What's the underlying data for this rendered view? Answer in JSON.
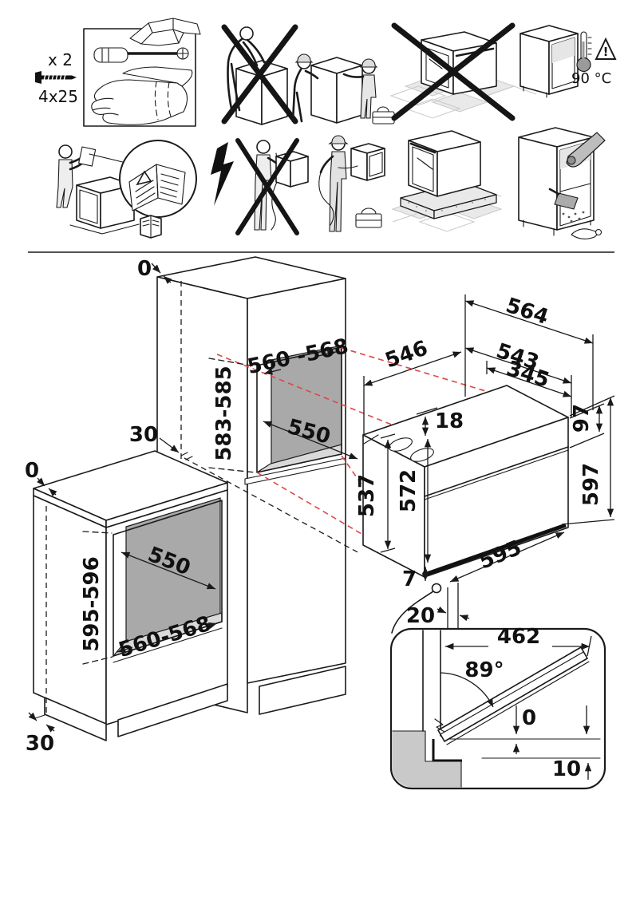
{
  "pictograms": {
    "screw_count": "x 2",
    "screw_size": "4x25",
    "max_temp": "90 °C",
    "warning_mark": "!"
  },
  "dimensions": {
    "tall_unit": {
      "top_clearance": "0",
      "niche_width": "560 -568",
      "niche_height": "583-585",
      "niche_depth": "550",
      "side_gap": "30"
    },
    "base_unit": {
      "top_clearance": "0",
      "niche_height": "595-596",
      "niche_depth": "550",
      "niche_width": "560-568",
      "plinth_recess": "30"
    },
    "oven": {
      "overall_width_rear": "564",
      "body_width": "543",
      "overall_depth": "546",
      "front_depth": "345",
      "top_inset": "18",
      "fascia_height": "97",
      "body_height": "537",
      "front_height": "572",
      "overall_height": "597",
      "front_width": "595",
      "bottom_inset": "7",
      "rear_gap": "20"
    },
    "door_detail": {
      "door_width": "462",
      "open_angle": "89°",
      "front_clearance": "0",
      "bottom_clearance": "10"
    }
  },
  "colors": {
    "line": "#1a1a1a",
    "niche_back": "#a9a9a9",
    "niche_floor": "#d9d9d9",
    "plinth_gray": "#c9c9c9",
    "projection_red": "#e04545"
  }
}
